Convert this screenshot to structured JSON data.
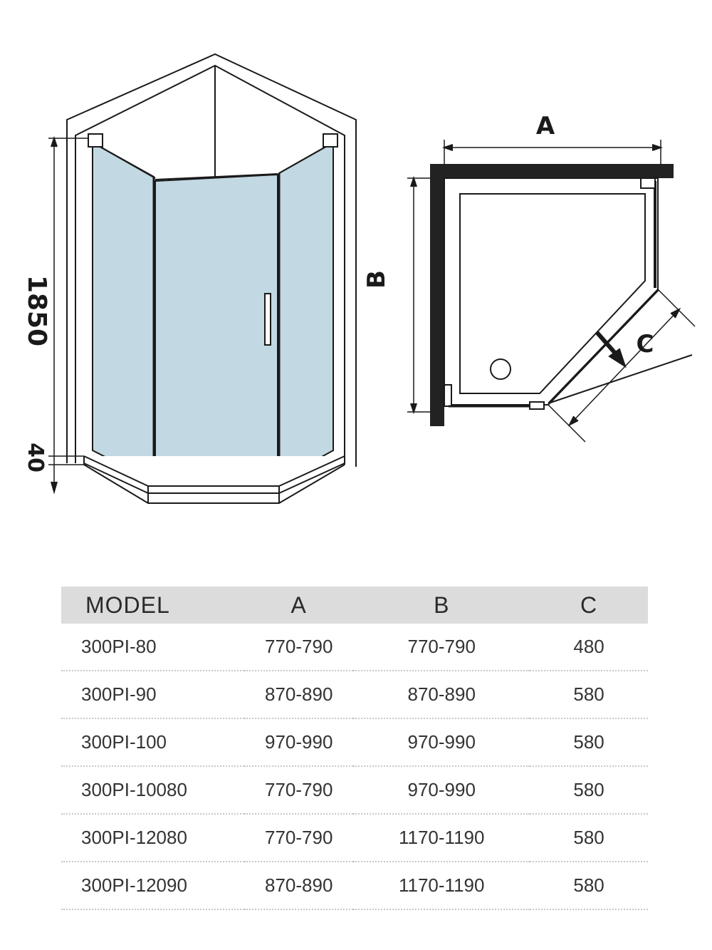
{
  "drawing": {
    "dimensions": {
      "height_main": "1850",
      "height_tray": "40",
      "width_a": "A",
      "depth_b": "B",
      "entry_c": "C"
    },
    "colors": {
      "glass": "#c2d8e2",
      "line": "#1a1a1a",
      "wall": "#222222"
    }
  },
  "table": {
    "headers": [
      "MODEL",
      "A",
      "B",
      "C"
    ],
    "rows": [
      [
        "300PI-80",
        "770-790",
        "770-790",
        "480"
      ],
      [
        "300PI-90",
        "870-890",
        "870-890",
        "580"
      ],
      [
        "300PI-100",
        "970-990",
        "970-990",
        "580"
      ],
      [
        "300PI-10080",
        "770-790",
        "970-990",
        "580"
      ],
      [
        "300PI-12080",
        "770-790",
        "1170-1190",
        "580"
      ],
      [
        "300PI-12090",
        "870-890",
        "1170-1190",
        "580"
      ]
    ]
  }
}
